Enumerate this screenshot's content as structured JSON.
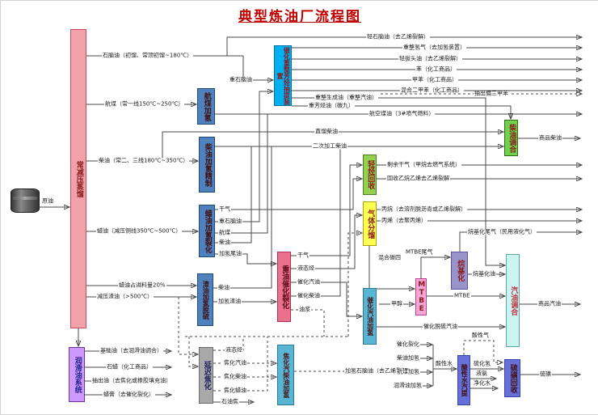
{
  "title": "典型炼油厂流程图",
  "colors": {
    "accent_red": "#c00000",
    "distillation": "#f2a0aa",
    "lube_system": "#cc99ff",
    "jet_hydro": "#4f81bd",
    "diesel_hydro": "#4f81bd",
    "hydrocracker": "#4f81bd",
    "resid_hydro": "#4f81bd",
    "delayed_coking": "#a8a8a8",
    "reforming": "#00b0f0",
    "fcc": "#e8718d",
    "coker_hydro": "#58b6d4",
    "light_recovery": "#92d050",
    "gas_frac": "#ffff54",
    "cat_gas_hydro": "#58b6d4",
    "mtbe": "#f4a6d4",
    "alkylation": "#9893c8",
    "diesel_blend": "#6fd24b",
    "gasoline_blend": "#c9f4f0",
    "sour_stripper": "#6670d8",
    "sulfur_recovery": "#6670d8"
  },
  "nodes": {
    "distillation": "常减压蒸馏",
    "lube_system": "润滑油系统",
    "jet_hydro": "航煤加氢",
    "diesel_hydro": "柴油加氢精制",
    "hydrocracker": "蜡油加氢裂化",
    "resid_hydro": "渣油加氢脱硫",
    "delayed_coking": "延迟焦化",
    "reforming": "催化重整芳烃抽提装置",
    "fcc": "重油催化裂化",
    "coker_hydro": "焦化汽柴油加氢",
    "light_recovery": "轻烃回收",
    "gas_frac": "气体分馏",
    "cat_gas_hydro": "催化汽油加氢",
    "mtbe": "MTBE",
    "alkylation": "烷基化",
    "diesel_blend": "柴油调合",
    "gasoline_blend": "汽油调合",
    "sour_stripper": "酸性水汽提",
    "sulfur_recovery": "硫磺回收"
  },
  "labels": {
    "crude": "原油",
    "naphtha": "石脑油（初馏、常顶初馏~180℃）",
    "jet_in": "航煤（常一线150℃~250℃）",
    "diesel_in": "柴油（常二、三线180℃~350℃）",
    "waxoil_in": "蜡油（减压侧线350℃~500℃）",
    "waxoil_20": "蜡油占进料量20%",
    "vac_resid": "减压渣油（>500℃）",
    "base_oil": "基础油（去润滑油调合）",
    "paraffin": "石蜡（化工商品）",
    "extract_oil": "抽出油（去焦化或橡胶填充油）",
    "wax_paste": "蜡膏（去催化裂化）",
    "heavy_naphtha": "重石脑油",
    "light_naphtha": "轻石脑油（去乙烯裂解）",
    "reformer_h2": "重整氢气（去加氢装置）",
    "light_tops": "轻拔头油（去乙烯裂解）",
    "benzene": "苯（化工商品）",
    "toluene": "甲苯（化工商品）",
    "mixed_xylene": "混合二甲苯（化工商品）",
    "pseudocumene": "抽出偏三甲苯",
    "reformate": "重整生成油（重整汽油）",
    "heavy_aromatics": "重芳烃油（碳九）",
    "jet_a": "航空煤油（3#喷气燃料）",
    "straight_diesel": "直馏柴油",
    "sec_diesel": "二次加工柴油",
    "comm_diesel": "商品柴油",
    "hc_drygas": "干气",
    "hc_heavy_naphtha": "重石脑油",
    "hc_jet": "航煤",
    "hc_diesel": "柴油",
    "hc_tailoil": "加氢尾油",
    "rh_diesel": "柴油",
    "rh_resid": "加氢渣油",
    "fcc_drygas": "干气",
    "fcc_lpg": "液态烃",
    "fcc_gasoline": "催化汽油",
    "fcc_diesel": "催化柴油",
    "fcc_slurry": "油浆",
    "surplus_drygas": "剩余干气（甲烷去燃气系统）",
    "recovered_c2": "回收乙烷乙烯去乙烯裂解",
    "propane": "丙烷（去溶剂脱沥青或乙烯裂解）",
    "propylene": "丙烯（去聚丙烯）",
    "mixed_c4": "混合碳四",
    "mtbe_offgas": "MTBE尾气",
    "methanol": "甲醇",
    "mtbe_product": "MTBE",
    "alky_offgas": "烷基化尾气（民用液化气）",
    "alky_oil": "烷基化油",
    "desulf_gasoline": "催化脱硫汽油",
    "comm_gasoline": "商品汽油",
    "coker_lpg": "液态烃",
    "coker_gasoline": "焦化汽油",
    "coker_diesel": "焦化柴油",
    "coker_waxoil": "焦化蜡油",
    "pet_coke": "石油焦",
    "hydro_naphtha": "加氢石脑油（去乙烯裂解）",
    "sw_fcc": "催化裂化",
    "sw_diesel": "柴油加氢",
    "sw_jet": "航煤加氢",
    "sw_lube": "润滑油加氢",
    "sour_water": "酸性水",
    "sour_gas": "酸性气",
    "h2s": "硫化氢",
    "ammonia": "液氨",
    "pure_water": "净化水",
    "sulfur": "硫磺"
  }
}
